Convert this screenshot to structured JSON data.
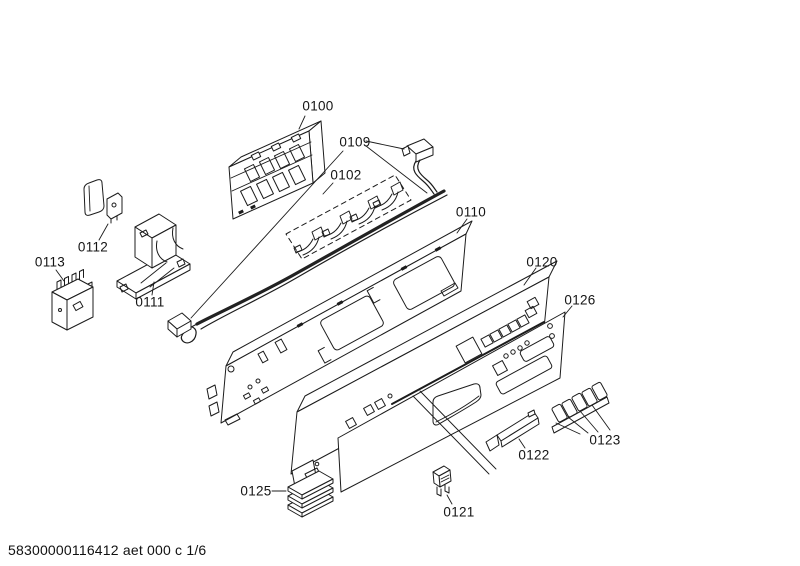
{
  "diagram": {
    "footer": "58300000116412 aet 000 c 1/6",
    "parts": [
      {
        "id": "0100",
        "label": "0100"
      },
      {
        "id": "0109",
        "label": "0109"
      },
      {
        "id": "0102",
        "label": "0102"
      },
      {
        "id": "0110",
        "label": "0110"
      },
      {
        "id": "0120",
        "label": "0120"
      },
      {
        "id": "0126",
        "label": "0126"
      },
      {
        "id": "0112",
        "label": "0112"
      },
      {
        "id": "0113",
        "label": "0113"
      },
      {
        "id": "0111",
        "label": "0111"
      },
      {
        "id": "0123",
        "label": "0123"
      },
      {
        "id": "0122",
        "label": "0122"
      },
      {
        "id": "0125",
        "label": "0125"
      },
      {
        "id": "0121",
        "label": "0121"
      }
    ]
  }
}
